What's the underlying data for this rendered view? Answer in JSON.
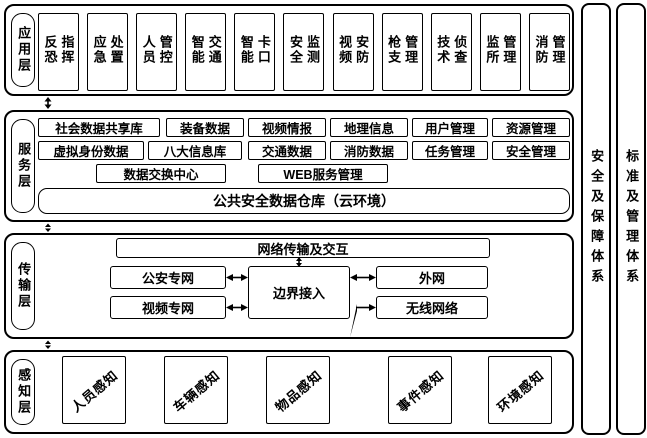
{
  "diagram": {
    "background": "#ffffff",
    "line_color": "#000000"
  },
  "layers": {
    "application": {
      "label": "应用层",
      "items": [
        "反恐指挥",
        "应急处置",
        "人员管控",
        "智能交通",
        "智能卡口",
        "安全监测",
        "视频安防",
        "枪支管理",
        "技术侦查",
        "监所管理",
        "消防管理"
      ]
    },
    "service": {
      "label": "服务层",
      "row1": [
        "社会数据共享库",
        "装备数据",
        "视频情报",
        "地理信息",
        "用户管理",
        "资源管理"
      ],
      "row2": [
        "虚拟身份数据",
        "八大信息库",
        "交通数据",
        "消防数据",
        "任务管理",
        "安全管理"
      ],
      "row3": [
        "数据交换中心",
        "WEB服务管理"
      ],
      "warehouse": "公共安全数据仓库（云环境）"
    },
    "transmission": {
      "label": "传输层",
      "bus": "网络传输及交互",
      "left_nodes": [
        "公安专网",
        "视频专网"
      ],
      "center_node": "边界接入",
      "right_nodes": [
        "外网",
        "无线网络"
      ]
    },
    "perception": {
      "label": "感知层",
      "items": [
        "人员感知",
        "车辆感知",
        "物品感知",
        "事件感知",
        "环境感知"
      ]
    }
  },
  "sidebars": [
    "安全及保障体系",
    "标准及管理体系"
  ]
}
